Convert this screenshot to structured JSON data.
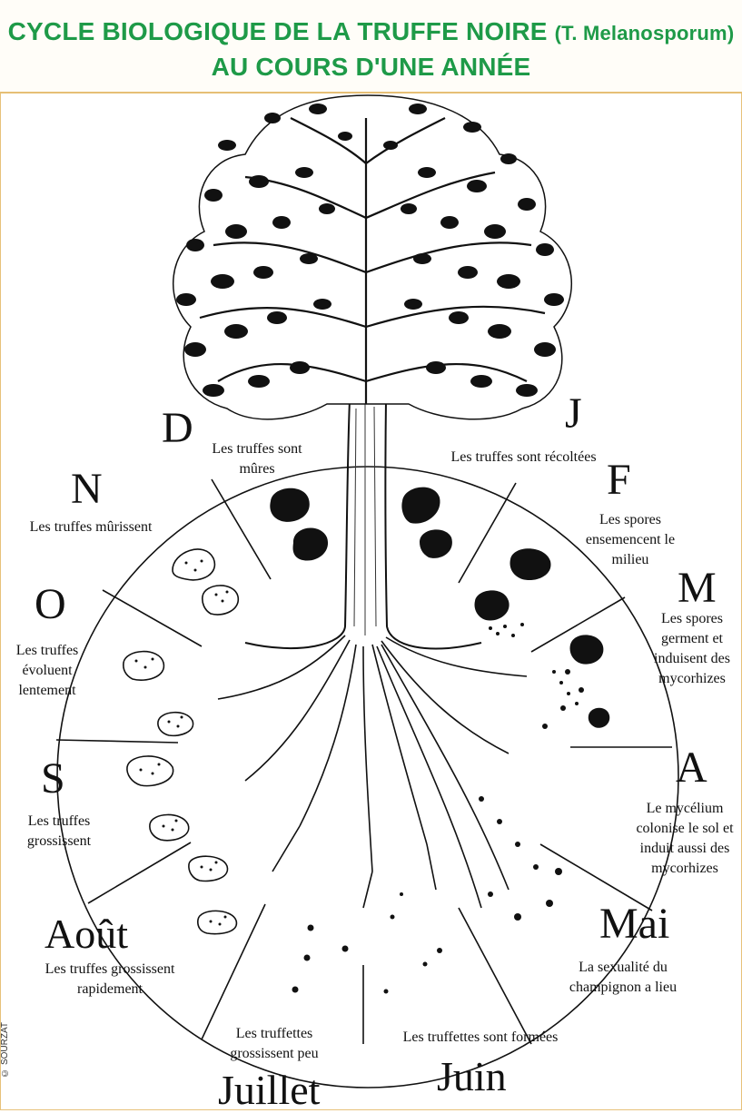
{
  "header": {
    "title_main": "CYCLE BIOLOGIQUE DE LA TRUFFE NOIRE",
    "title_species": "(T. Melanosporum)",
    "title_line2": "AU COURS D'UNE ANNÉE"
  },
  "months": {
    "d": "D",
    "j": "J",
    "f": "F",
    "m": "M",
    "a": "A",
    "mai": "Mai",
    "juin": "Juin",
    "juillet": "Juillet",
    "aout": "Août",
    "s": "S",
    "o": "O",
    "n": "N"
  },
  "captions": {
    "d": "Les truffes sont mûres",
    "j": "Les truffes sont récoltées",
    "f": "Les spores ensemencent le milieu",
    "m": "Les spores germent et induisent des mycorhizes",
    "a": "Le mycélium colonise le sol et induit aussi des mycorhizes",
    "mai": "La sexualité du champignon a lieu",
    "juin": "Les truffettes sont formées",
    "juillet": "Les truffettes grossissent peu",
    "aout": "Les truffes grossissent rapidement",
    "s": "Les truffes grossissent",
    "o": "Les truffes évoluent lentement",
    "n": "Les truffes mûrissent"
  },
  "credit": "© SOURZAT",
  "colors": {
    "title": "#1e9a48",
    "border": "#e6bf76",
    "ink": "#111111"
  }
}
